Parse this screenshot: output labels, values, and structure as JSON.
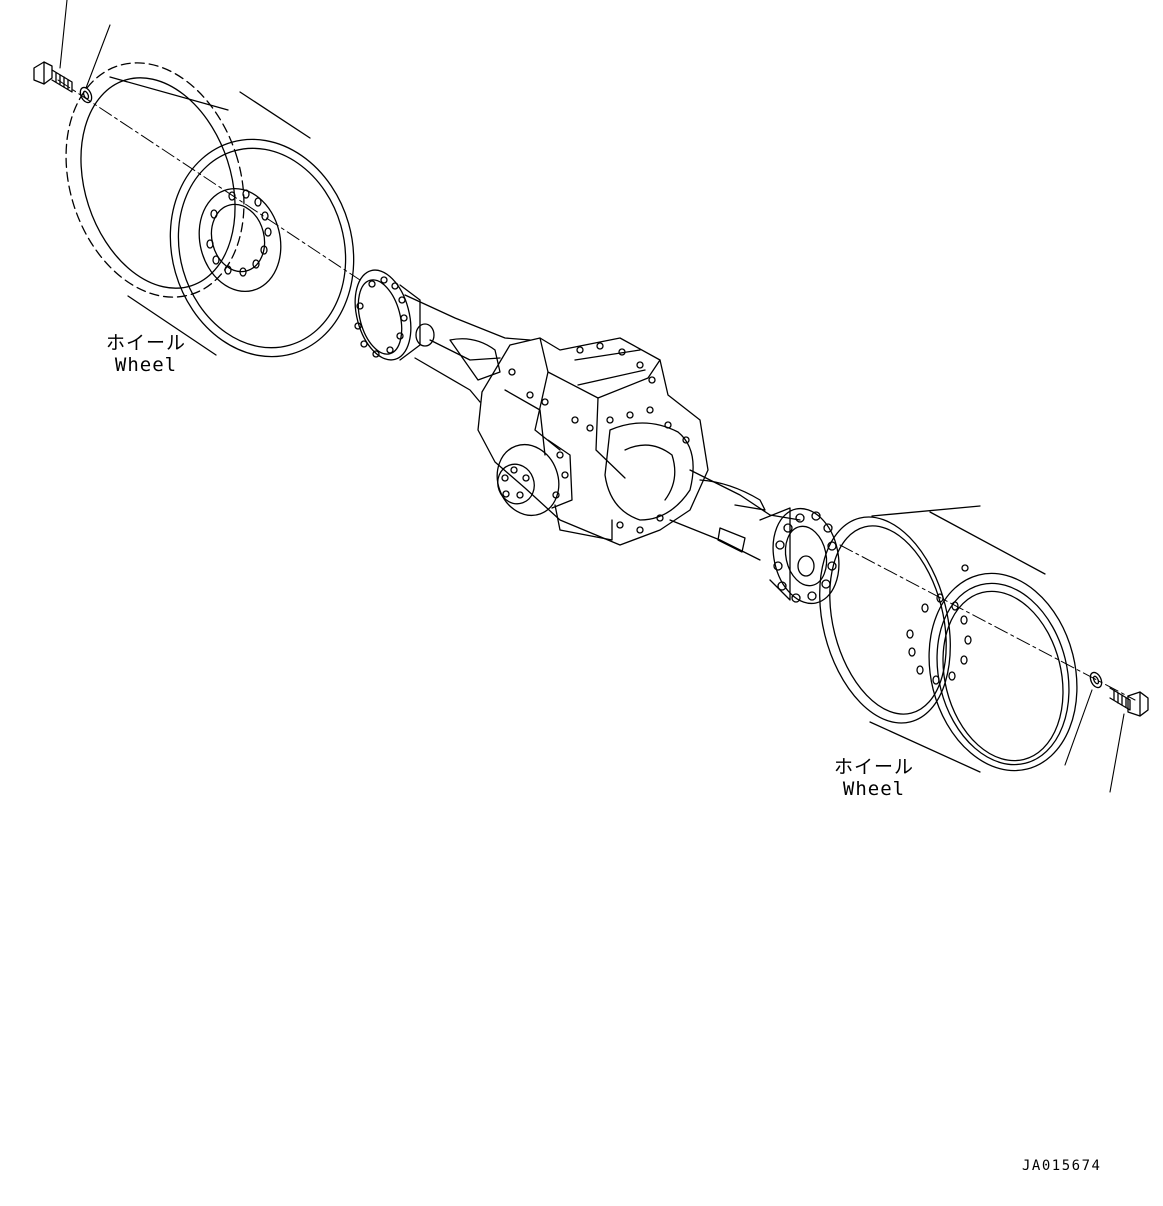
{
  "labels": {
    "left_wheel": {
      "jp": "ホイール",
      "en": "Wheel"
    },
    "right_wheel": {
      "jp": "ホイール",
      "en": "Wheel"
    }
  },
  "figure_number": "JA015674"
}
